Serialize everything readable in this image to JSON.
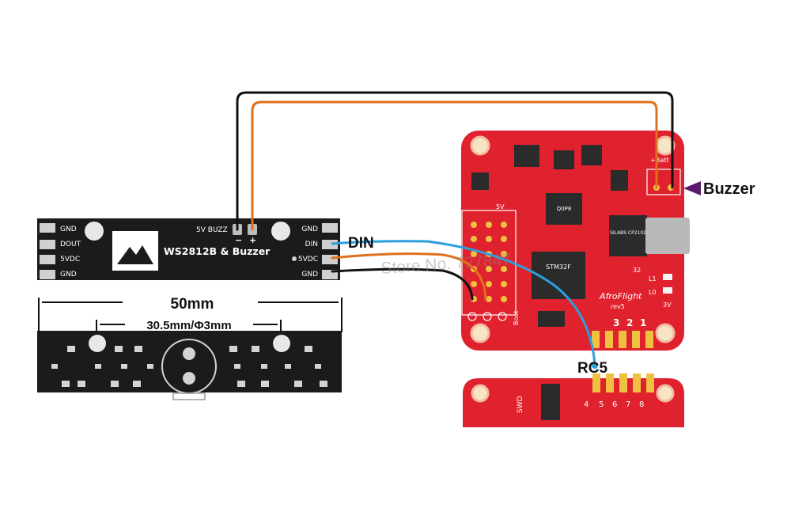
{
  "colors": {
    "background": "#ffffff",
    "led_pcb": "#1b1b1b",
    "fc_pcb": "#e0212e",
    "wire_black": "#111111",
    "wire_orange": "#e0701c",
    "wire_blue": "#2a9fdc",
    "arrow_purple": "#5b1a6e"
  },
  "led_board": {
    "left_pins": [
      "GND",
      "DOUT",
      "5VDC",
      "GND"
    ],
    "right_pins": [
      "GND",
      "DIN",
      "5VDC",
      "GND"
    ],
    "buzz_label": "5V BUZZ",
    "minus_sign": "−",
    "plus_sign": "+",
    "product_title": "WS2812B & Buzzer"
  },
  "dimensions": {
    "overall_width": "50mm",
    "hole_spacing": "30.5mm/Φ3mm"
  },
  "flight_controller": {
    "batt_label": "+Batt",
    "pin_labels": [
      "3",
      "2",
      "1"
    ],
    "boot_label": "Boot",
    "v_label": "5V",
    "three_v_label": "3V",
    "l1_label": "L1",
    "l0_label": "L0",
    "board_model": "32",
    "brand_line1": "AfroFlight",
    "brand_line2": "rev5",
    "chip_main": "STM32F",
    "chip_usb": "SILABS CP2102",
    "chip_eeprom": "Q0P8"
  },
  "lower_board": {
    "swd_label": "SWD",
    "pin_labels": [
      "4",
      "5",
      "6",
      "7",
      "8"
    ]
  },
  "callouts": {
    "din": "DIN",
    "buzzer": "Buzzer",
    "rc5": "RC5"
  },
  "watermark": "Store No. 727847"
}
